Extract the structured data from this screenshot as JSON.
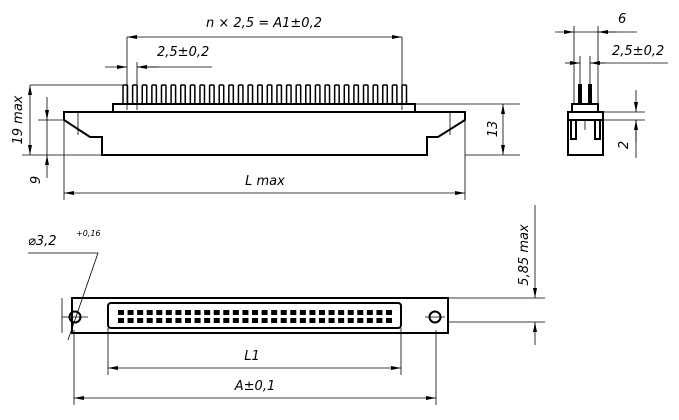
{
  "front_view": {
    "dim_pitch_total": "n × 2,5 = A1±0,2",
    "dim_pitch": "2,5±0,2",
    "dim_height_max": "19 max",
    "dim_9": "9",
    "dim_13": "13",
    "dim_length": "L max",
    "pin_count": 30
  },
  "side_view": {
    "dim_width": "6",
    "dim_pitch": "2,5±0,2",
    "dim_2": "2"
  },
  "bottom_view": {
    "hole_diameter": "⌀3,2",
    "hole_tolerance": "+0,16",
    "dim_height": "5,85 max",
    "dim_l1": "L1",
    "dim_a": "A±0,1",
    "contacts_per_row": 29
  }
}
